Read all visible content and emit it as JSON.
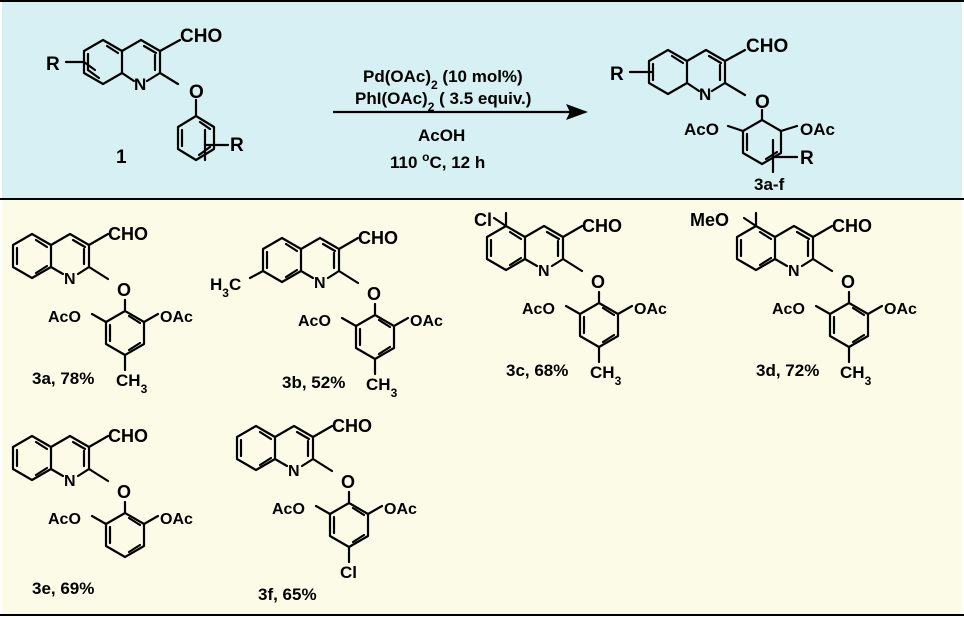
{
  "colors": {
    "top_panel_bg": "#d7f0f4",
    "bottom_panel_bg": "#fbfbe8",
    "rule": "#000000",
    "ink": "#000000"
  },
  "reaction": {
    "reactant": {
      "r_label": "R",
      "cho": "CHO",
      "n": "N",
      "o": "O",
      "ar_r": "R",
      "number": "1"
    },
    "conditions": {
      "line1_main": "Pd(OAc)",
      "line1_sub": "2",
      "line1_tail": " (10 mol%)",
      "line2_main": "PhI(OAc)",
      "line2_sub": "2",
      "line2_tail": " ( 3.5 equiv.)",
      "line3": "AcOH",
      "line4_a": "110 ",
      "line4_sup": "o",
      "line4_b": "C, 12 h"
    },
    "product": {
      "r_label": "R",
      "cho": "CHO",
      "n": "N",
      "o": "O",
      "oac_left": "AcO",
      "oac_right": "OAc",
      "ar_r": "R",
      "label": "3a-f"
    }
  },
  "products": [
    {
      "id": "3a",
      "label": "3a, 78%",
      "subst6": "",
      "subst7": "",
      "para_main": "CH",
      "para_sub": "3"
    },
    {
      "id": "3b",
      "label": "3b, 52%",
      "subst6": "",
      "subst7_main": "H",
      "subst7_sub": "3",
      "subst7_tail": "C",
      "para_main": "CH",
      "para_sub": "3"
    },
    {
      "id": "3c",
      "label": "3c, 68%",
      "subst6": "Cl",
      "para_main": "CH",
      "para_sub": "3"
    },
    {
      "id": "3d",
      "label": "3d, 72%",
      "subst6": "MeO",
      "para_main": "CH",
      "para_sub": "3"
    },
    {
      "id": "3e",
      "label": "3e, 69%",
      "subst6": "",
      "para_main": "",
      "para_sub": ""
    },
    {
      "id": "3f",
      "label": "3f, 65%",
      "subst6": "",
      "para_main": "Cl",
      "para_sub": ""
    }
  ],
  "common": {
    "cho": "CHO",
    "n": "N",
    "o": "O",
    "oac_left": "AcO",
    "oac_right": "OAc"
  }
}
